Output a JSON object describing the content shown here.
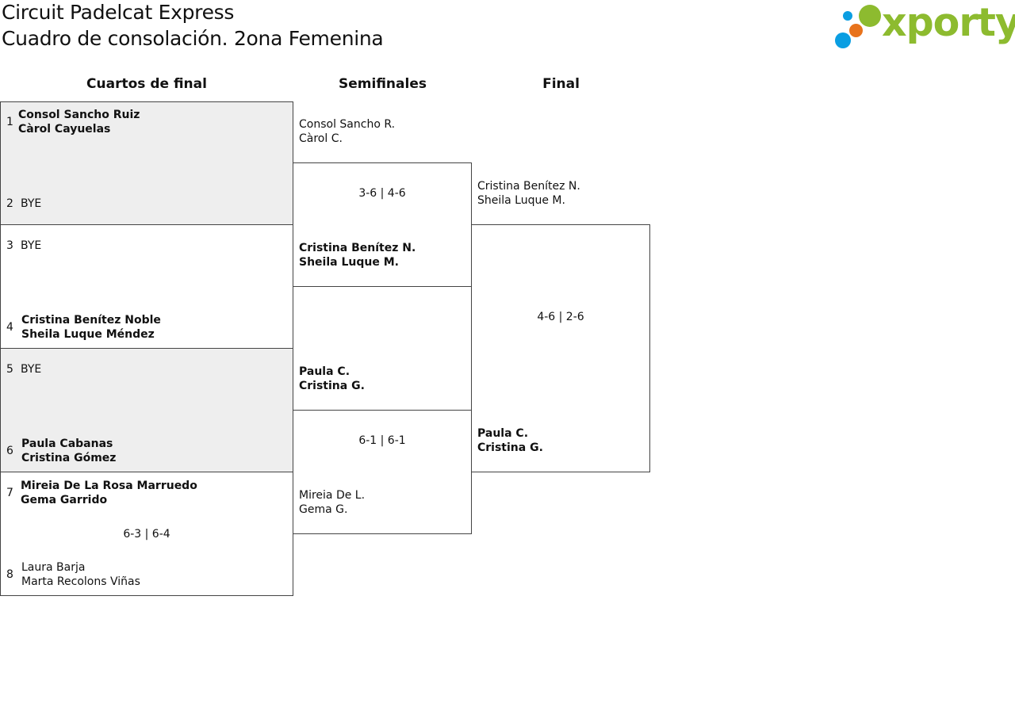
{
  "header": {
    "title_line1": "Circuit Padelcat Express",
    "title_line2": "Cuadro de consolación. 2ona Femenina",
    "logo_text": "xporty",
    "logo_colors": {
      "green": "#8dbb2f",
      "blue": "#0a9ee2",
      "orange": "#e8731c"
    }
  },
  "columns": {
    "quarterfinals": "Cuartos de final",
    "semifinals": "Semifinales",
    "final": "Final"
  },
  "quarterfinals": [
    {
      "top": {
        "seed": "1",
        "line1": "Consol Sancho Ruiz",
        "line2": "Càrol Cayuelas"
      },
      "bottom": {
        "seed": "2",
        "line1": "BYE",
        "line2": ""
      },
      "score": ""
    },
    {
      "top": {
        "seed": "3",
        "line1": "BYE",
        "line2": ""
      },
      "bottom": {
        "seed": "4",
        "line1": "Cristina Benítez Noble",
        "line2": "Sheila Luque Méndez"
      },
      "score": ""
    },
    {
      "top": {
        "seed": "5",
        "line1": "BYE",
        "line2": ""
      },
      "bottom": {
        "seed": "6",
        "line1": "Paula Cabanas",
        "line2": "Cristina Gómez"
      },
      "score": ""
    },
    {
      "top": {
        "seed": "7",
        "line1": "Mireia De La Rosa Marruedo",
        "line2": "Gema Garrido"
      },
      "bottom": {
        "seed": "8",
        "line1": "Laura Barja",
        "line2": "Marta Recolons Viñas"
      },
      "score": "6-3 | 6-4"
    }
  ],
  "semifinals": [
    {
      "top": {
        "line1": "Consol Sancho R.",
        "line2": "Càrol C."
      },
      "bottom": {
        "line1": "Cristina Benítez N.",
        "line2": "Sheila Luque M."
      },
      "score": "3-6 | 4-6"
    },
    {
      "top": {
        "line1": "Paula C.",
        "line2": "Cristina G."
      },
      "bottom": {
        "line1": "Mireia De L.",
        "line2": "Gema G."
      },
      "score": "6-1 | 6-1"
    }
  ],
  "final": {
    "top": {
      "line1": "Cristina Benítez N.",
      "line2": "Sheila Luque M."
    },
    "bottom": {
      "line1": "Paula C.",
      "line2": "Cristina G."
    },
    "score": "4-6 | 2-6"
  }
}
